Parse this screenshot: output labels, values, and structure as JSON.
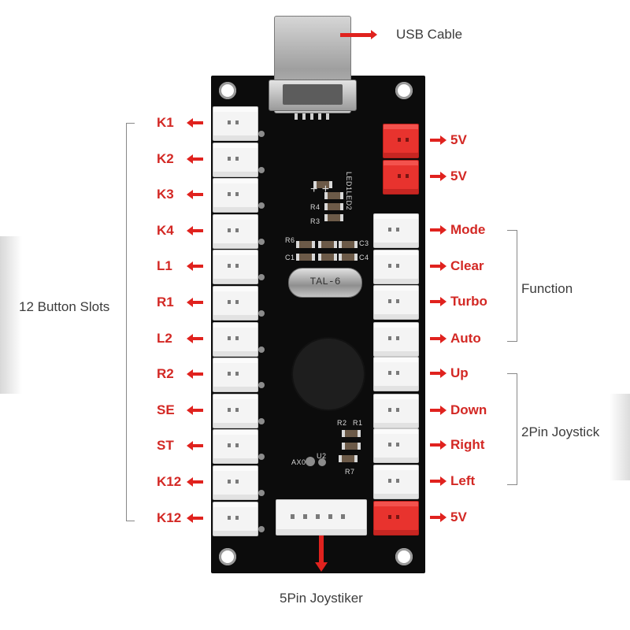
{
  "labels": {
    "usb_cable": "USB Cable",
    "button_slots_title": "12 Button Slots",
    "function_title": "Function",
    "joystick_2pin_title": "2Pin Joystick",
    "joystick_5pin": "5Pin Joystiker"
  },
  "left_slots": [
    "K1",
    "K2",
    "K3",
    "K4",
    "L1",
    "R1",
    "L2",
    "R2",
    "SE",
    "ST",
    "K12",
    "K12"
  ],
  "right_slots": [
    "5V",
    "5V",
    "Mode",
    "Clear",
    "Turbo",
    "Auto",
    "Up",
    "Down",
    "Right",
    "Left",
    "5V"
  ],
  "board_text": {
    "crystal": "TAL-6",
    "led_marks": "LED1LED2",
    "plus_marks": "+ +",
    "r4": "R4",
    "r3": "R3",
    "r6": "R6",
    "c1": "C1",
    "c3": "C3",
    "c4": "C4",
    "r2": "R2",
    "r1": "R1",
    "u2": "U2",
    "r7": "R7",
    "axo": "AX0"
  },
  "colors": {
    "label_red": "#d32824",
    "arrow_red": "#e0221e",
    "board_black": "#0c0c0c",
    "connector_white": "#f4f4f4",
    "connector_red": "#e8332e"
  }
}
